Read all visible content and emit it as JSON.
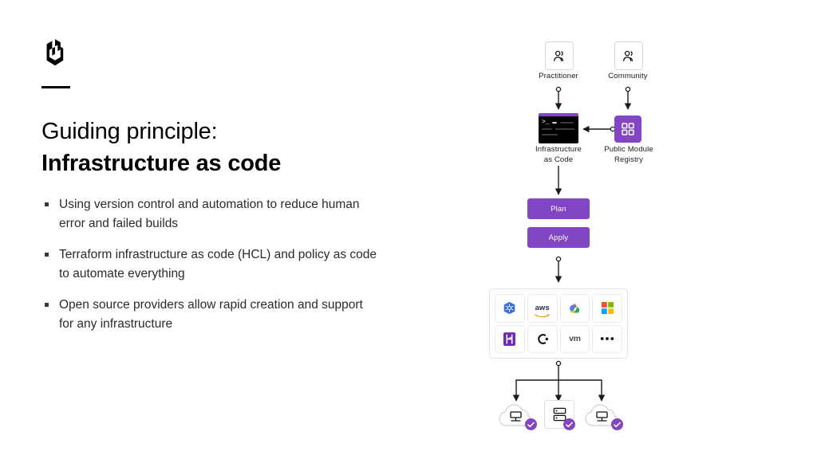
{
  "brand": {
    "logo_icon": "hashicorp-logo",
    "accent_purple": "#8246c4",
    "rule": "divider"
  },
  "heading": {
    "line1": "Guiding principle:",
    "line2": "Infrastructure as code"
  },
  "bullets": [
    "Using version control and automation to reduce human error and failed builds",
    "Terraform infrastructure as code (HCL) and policy as code to automate everything",
    "Open source providers allow rapid creation and support for any infrastructure"
  ],
  "diagram": {
    "actors": [
      {
        "label": "Practitioner",
        "icon": "users-icon"
      },
      {
        "label": "Community",
        "icon": "users-icon"
      }
    ],
    "iac": {
      "label_line1": "Infrastructure",
      "label_line2": "as Code",
      "icon": "terminal-icon"
    },
    "registry": {
      "label_line1": "Public Module",
      "label_line2": "Registry",
      "icon": "grid-modules-icon"
    },
    "actions": [
      {
        "label": "Plan"
      },
      {
        "label": "Apply"
      }
    ],
    "providers": [
      {
        "name": "kubernetes-icon"
      },
      {
        "name": "aws-icon",
        "text": "aws"
      },
      {
        "name": "google-cloud-icon"
      },
      {
        "name": "microsoft-azure-icon"
      },
      {
        "name": "heroku-icon"
      },
      {
        "name": "openshift-icon"
      },
      {
        "name": "vmware-icon",
        "text": "vm"
      },
      {
        "name": "more-ellipsis-icon"
      }
    ],
    "targets": [
      {
        "name": "cloud-server-target",
        "status": "check"
      },
      {
        "name": "datacenter-target",
        "status": "check"
      },
      {
        "name": "cloud-server-target",
        "status": "check"
      }
    ]
  }
}
